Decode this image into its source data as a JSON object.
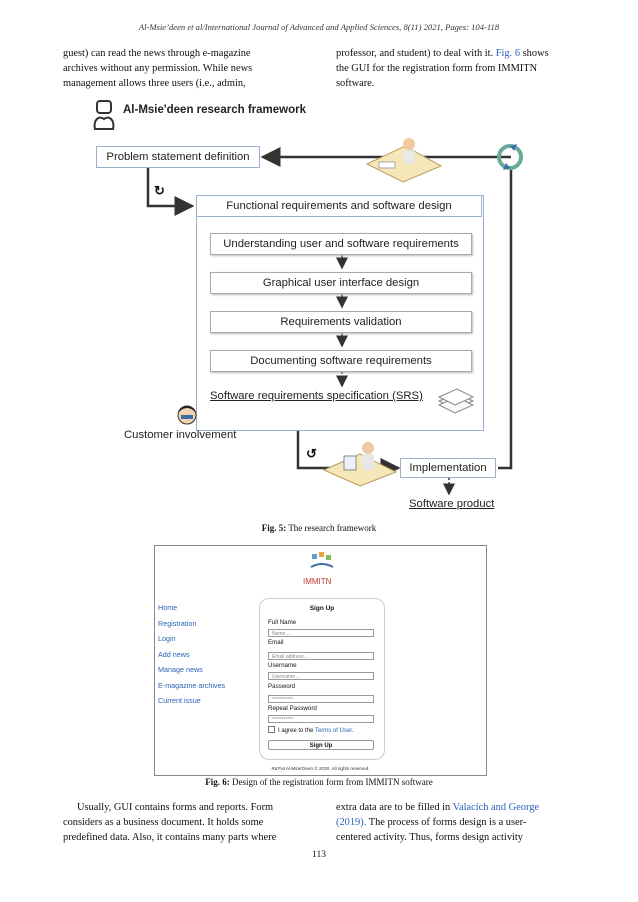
{
  "header": "Al-Msie’deen et al/International Journal of Advanced and Applied Sciences, 8(11) 2021, Pages: 104-118",
  "top_left_lines": [
    "guest) can read the news through e-magazine",
    "archives without any permission. While news",
    "management allows three users (i.e., admin,"
  ],
  "top_right": {
    "line1": "professor, and student) to deal with it.",
    "fig_ref": "Fig. 6",
    "line1_end": "shows",
    "line2": "the GUI for the registration form from IMMITN",
    "line3": "software."
  },
  "fig5": {
    "framework_title": "Al-Msie'deen research framework",
    "problem": "Problem statement definition",
    "functional": "Functional requirements and software design",
    "steps": [
      "Understanding user and software requirements",
      "Graphical user interface design",
      "Requirements validation",
      "Documenting software requirements"
    ],
    "srs": "Software requirements specification (SRS)",
    "customer": "Customer involvement",
    "implementation": "Implementation",
    "product": "Software product",
    "caption_label": "Fig. 5:",
    "caption_text": "The research framework"
  },
  "fig6": {
    "logo": "IMMITN",
    "nav": [
      "Home",
      "Registration",
      "Login",
      "Add news",
      "Manage news",
      "E-magazine archives",
      "Current issue"
    ],
    "form_title": "Sign Up",
    "fields": [
      {
        "label": "Full Name",
        "placeholder": "Name ..."
      },
      {
        "label": "Email",
        "placeholder": "Email address..."
      },
      {
        "label": "Username",
        "placeholder": "Username ..."
      },
      {
        "label": "Password",
        "placeholder": "***********"
      },
      {
        "label": "Repeat Password",
        "placeholder": "***********"
      }
    ],
    "agree_prefix": "I agree to the ",
    "agree_link": "Terms of User",
    "agree_suffix": ".",
    "signup_button": "Sign Up",
    "footer": "Ra'Fat Al-Msie'Deen © 2020. All rights reserved.",
    "caption_label": "Fig. 6:",
    "caption_text": "Design of the registration form from IMMITN software"
  },
  "bottom_left_lines": [
    "Usually, GUI contains forms and reports. Form",
    "considers as a business document. It holds some",
    "predefined data. Also, it contains many parts where"
  ],
  "bottom_right": {
    "line1_pre": "extra data are to be filled in",
    "cite1": "Valacich and George",
    "cite2": "(2019).",
    "line2_rest": " The process of forms design is a user-",
    "line3": "centered activity. Thus, forms design activity"
  },
  "page_number": "113"
}
